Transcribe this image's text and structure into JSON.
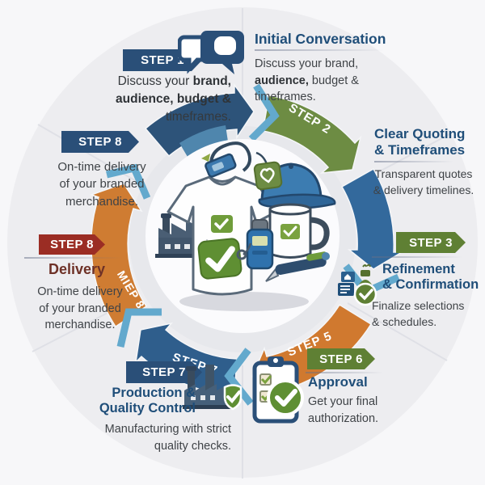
{
  "diagram": {
    "arrow_labels": {
      "step2": "STEP 2",
      "step5": "STEP 5",
      "step7": "STEP 7",
      "step8_arc": "MIEP 8"
    },
    "step1": {
      "badge": "STEP 1",
      "icon": "chat-bubbles",
      "lines": [
        [
          {
            "t": "Discuss your ",
            "b": false
          },
          {
            "t": "brand,",
            "b": true
          }
        ],
        [
          {
            "t": "audience, budget &",
            "b": true
          }
        ],
        [
          {
            "t": "timeframes.",
            "b": false
          }
        ]
      ]
    },
    "initial_conversation": {
      "title": "Initial Conversation",
      "lines": [
        [
          {
            "t": "Discuss your brand,",
            "b": false
          }
        ],
        [
          {
            "t": "audience,",
            "b": true
          },
          {
            "t": " budget & timeframes.",
            "b": false
          }
        ]
      ]
    },
    "clear_quoting": {
      "title_lines": [
        "Clear Quoting",
        "& Timeframes"
      ],
      "lines": [
        "Transparent quotes",
        "& delivery timelines."
      ]
    },
    "step3": {
      "badge": "STEP 3",
      "icon": "approval-stamp",
      "title_lines": [
        "Refinement",
        "& Confirmation"
      ],
      "lines": [
        "Finalize selections",
        "& schedules."
      ]
    },
    "step6": {
      "badge": "STEP 6",
      "icon": "clipboard-check",
      "title": "Approval",
      "lines": [
        "Get your final",
        "authorization."
      ]
    },
    "step7": {
      "badge": "STEP 7",
      "icon": "factory-shield-check",
      "title_lines": [
        "Production &",
        "Quality Control"
      ],
      "lines": [
        "Manufacturing with strict",
        "quality checks."
      ]
    },
    "step8_side": {
      "badge": "STEP 8",
      "title": "Delivery",
      "lines": [
        "On-time delivery",
        "of your branded",
        "merchandise."
      ]
    },
    "step8_top": {
      "badge": "STEP 8",
      "lines": [
        "On-time delivery",
        "of your branded",
        "merchandise."
      ]
    },
    "colors": {
      "navy_arrow": "#2d5379",
      "olive_green_arrow": "#6d8c43",
      "steel_blue_arrow": "#33699c",
      "orange_arrow": "#d0792f",
      "badge_navy": "#2a4f78",
      "badge_green": "#5f8034",
      "badge_maroon": "#9b2d24",
      "title_navy": "#1f4e79",
      "delivery_title": "#6e3127",
      "body_text": "#3f4347",
      "light_blue_chevron": "#63a9cd"
    }
  }
}
